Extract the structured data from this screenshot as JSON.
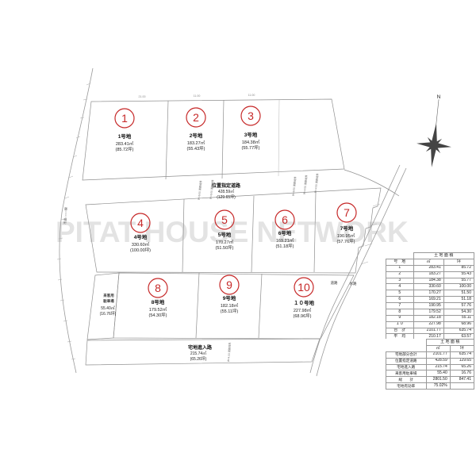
{
  "watermark": "PITAT HOUSE NETWORK",
  "compass": {
    "north": "N"
  },
  "dims": {
    "d1": "21.00",
    "d2": "11.00",
    "d3": "11.00"
  },
  "lots": [
    {
      "num": "1",
      "name": "1号地",
      "m2": "283.41㎡",
      "tsubo": "(85.72坪)"
    },
    {
      "num": "2",
      "name": "2号地",
      "m2": "183.27㎡",
      "tsubo": "(55.43坪)"
    },
    {
      "num": "3",
      "name": "3号地",
      "m2": "184.38㎡",
      "tsubo": "(55.77坪)"
    },
    {
      "num": "4",
      "name": "4号地",
      "m2": "330.60㎡",
      "tsubo": "(100.00坪)"
    },
    {
      "num": "5",
      "name": "5号地",
      "m2": "170.27㎡",
      "tsubo": "(51.50坪)"
    },
    {
      "num": "6",
      "name": "6号地",
      "m2": "169.21㎡",
      "tsubo": "(51.18坪)"
    },
    {
      "num": "7",
      "name": "7号地",
      "m2": "190.95㎡",
      "tsubo": "(57.76坪)"
    },
    {
      "num": "8",
      "name": "8号地",
      "m2": "179.52㎡",
      "tsubo": "(54.30坪)"
    },
    {
      "num": "9",
      "name": "9号地",
      "m2": "182.18㎡",
      "tsubo": "(55.11坪)"
    },
    {
      "num": "10",
      "name": "１０号地",
      "m2": "227.98㎡",
      "tsubo": "(68.96坪)"
    }
  ],
  "roads": {
    "shitei_name": "位置指定道路",
    "shitei_m2": "428.59㎡",
    "shitei_tsubo": "(129.65坪)",
    "shinnyu_name": "宅地進入路",
    "shinnyu_m2": "215.74㎡",
    "shinnyu_tsubo": "(65.26坪)",
    "parking_line1": "来客用",
    "parking_line2": "駐車場",
    "parking_m2": "55.40㎡",
    "parking_tsubo": "(16.76坪)",
    "road_label": "道路",
    "water_label": "水路",
    "city_road": "市道○○○○線",
    "marker6": "W=6.00 道路境界",
    "marker4": "W=4.00 道路境界"
  },
  "table1": {
    "title": "土 地 面 積",
    "col_no": "号　地",
    "col_m2": "㎡",
    "col_tsubo": "坪",
    "rows": [
      {
        "no": "1",
        "m2": "283.41",
        "tsubo": "85.72"
      },
      {
        "no": "2",
        "m2": "183.27",
        "tsubo": "55.43"
      },
      {
        "no": "3",
        "m2": "184.38",
        "tsubo": "55.77"
      },
      {
        "no": "4",
        "m2": "330.60",
        "tsubo": "100.00"
      },
      {
        "no": "5",
        "m2": "170.27",
        "tsubo": "51.50"
      },
      {
        "no": "6",
        "m2": "169.21",
        "tsubo": "51.18"
      },
      {
        "no": "7",
        "m2": "190.95",
        "tsubo": "57.76"
      },
      {
        "no": "8",
        "m2": "179.52",
        "tsubo": "54.30"
      },
      {
        "no": "9",
        "m2": "182.18",
        "tsubo": "55.11"
      },
      {
        "no": "１０",
        "m2": "227.98",
        "tsubo": "68.96"
      },
      {
        "no": "合　計",
        "m2": "2101.77",
        "tsubo": "635.74"
      },
      {
        "no": "平　均",
        "m2": "210.17",
        "tsubo": "63.57"
      }
    ]
  },
  "table2": {
    "title": "土 地 面 積",
    "col_m2": "㎡",
    "col_tsubo": "坪",
    "rows": [
      {
        "label": "宅地部分合計",
        "m2": "2101.77",
        "tsubo": "635.74"
      },
      {
        "label": "位置指定道路",
        "m2": "428.59",
        "tsubo": "129.65"
      },
      {
        "label": "宅地進入路",
        "m2": "215.74",
        "tsubo": "65.26"
      },
      {
        "label": "来客用駐車場",
        "m2": "55.40",
        "tsubo": "16.76"
      },
      {
        "label": "総　　計",
        "m2": "2801.50",
        "tsubo": "847.41"
      },
      {
        "label": "宅地有効率",
        "m2": "75.02%",
        "tsubo": ""
      }
    ]
  }
}
